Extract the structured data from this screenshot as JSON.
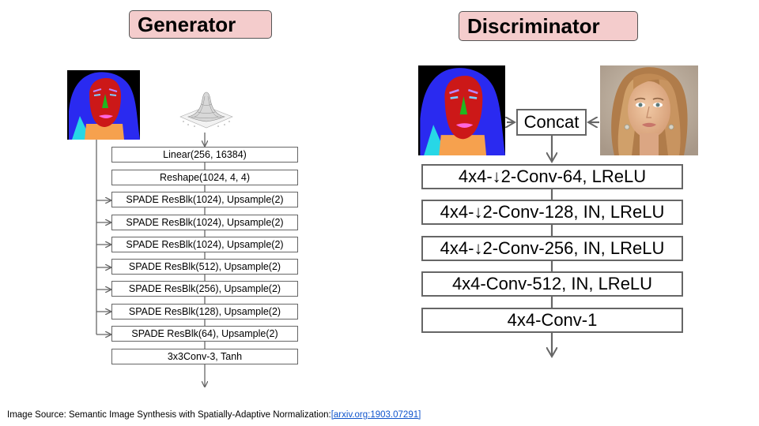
{
  "generator": {
    "title": "Generator",
    "blocks": [
      "Linear(256, 16384)",
      "Reshape(1024, 4, 4)",
      "SPADE ResBlk(1024), Upsample(2)",
      "SPADE ResBlk(1024), Upsample(2)",
      "SPADE ResBlk(1024), Upsample(2)",
      "SPADE ResBlk(512), Upsample(2)",
      "SPADE ResBlk(256), Upsample(2)",
      "SPADE ResBlk(128), Upsample(2)",
      "SPADE ResBlk(64), Upsample(2)",
      "3x3Conv-3, Tanh"
    ]
  },
  "discriminator": {
    "title": "Discriminator",
    "concat_label": "Concat",
    "blocks": [
      "4x4-↓2-Conv-64, LReLU",
      "4x4-↓2-Conv-128, IN, LReLU",
      "4x4-↓2-Conv-256, IN, LReLU",
      "4x4-Conv-512, IN, LReLU",
      "4x4-Conv-1"
    ]
  },
  "footer": {
    "text": "Image Source: Semantic Image Synthesis with Spatially-Adaptive Normalization:",
    "link": "[arxiv.org:1903.07291]"
  },
  "colors": {
    "title_fill": "#f4cccc",
    "block_border": "#666666",
    "link": "#1155cc"
  }
}
